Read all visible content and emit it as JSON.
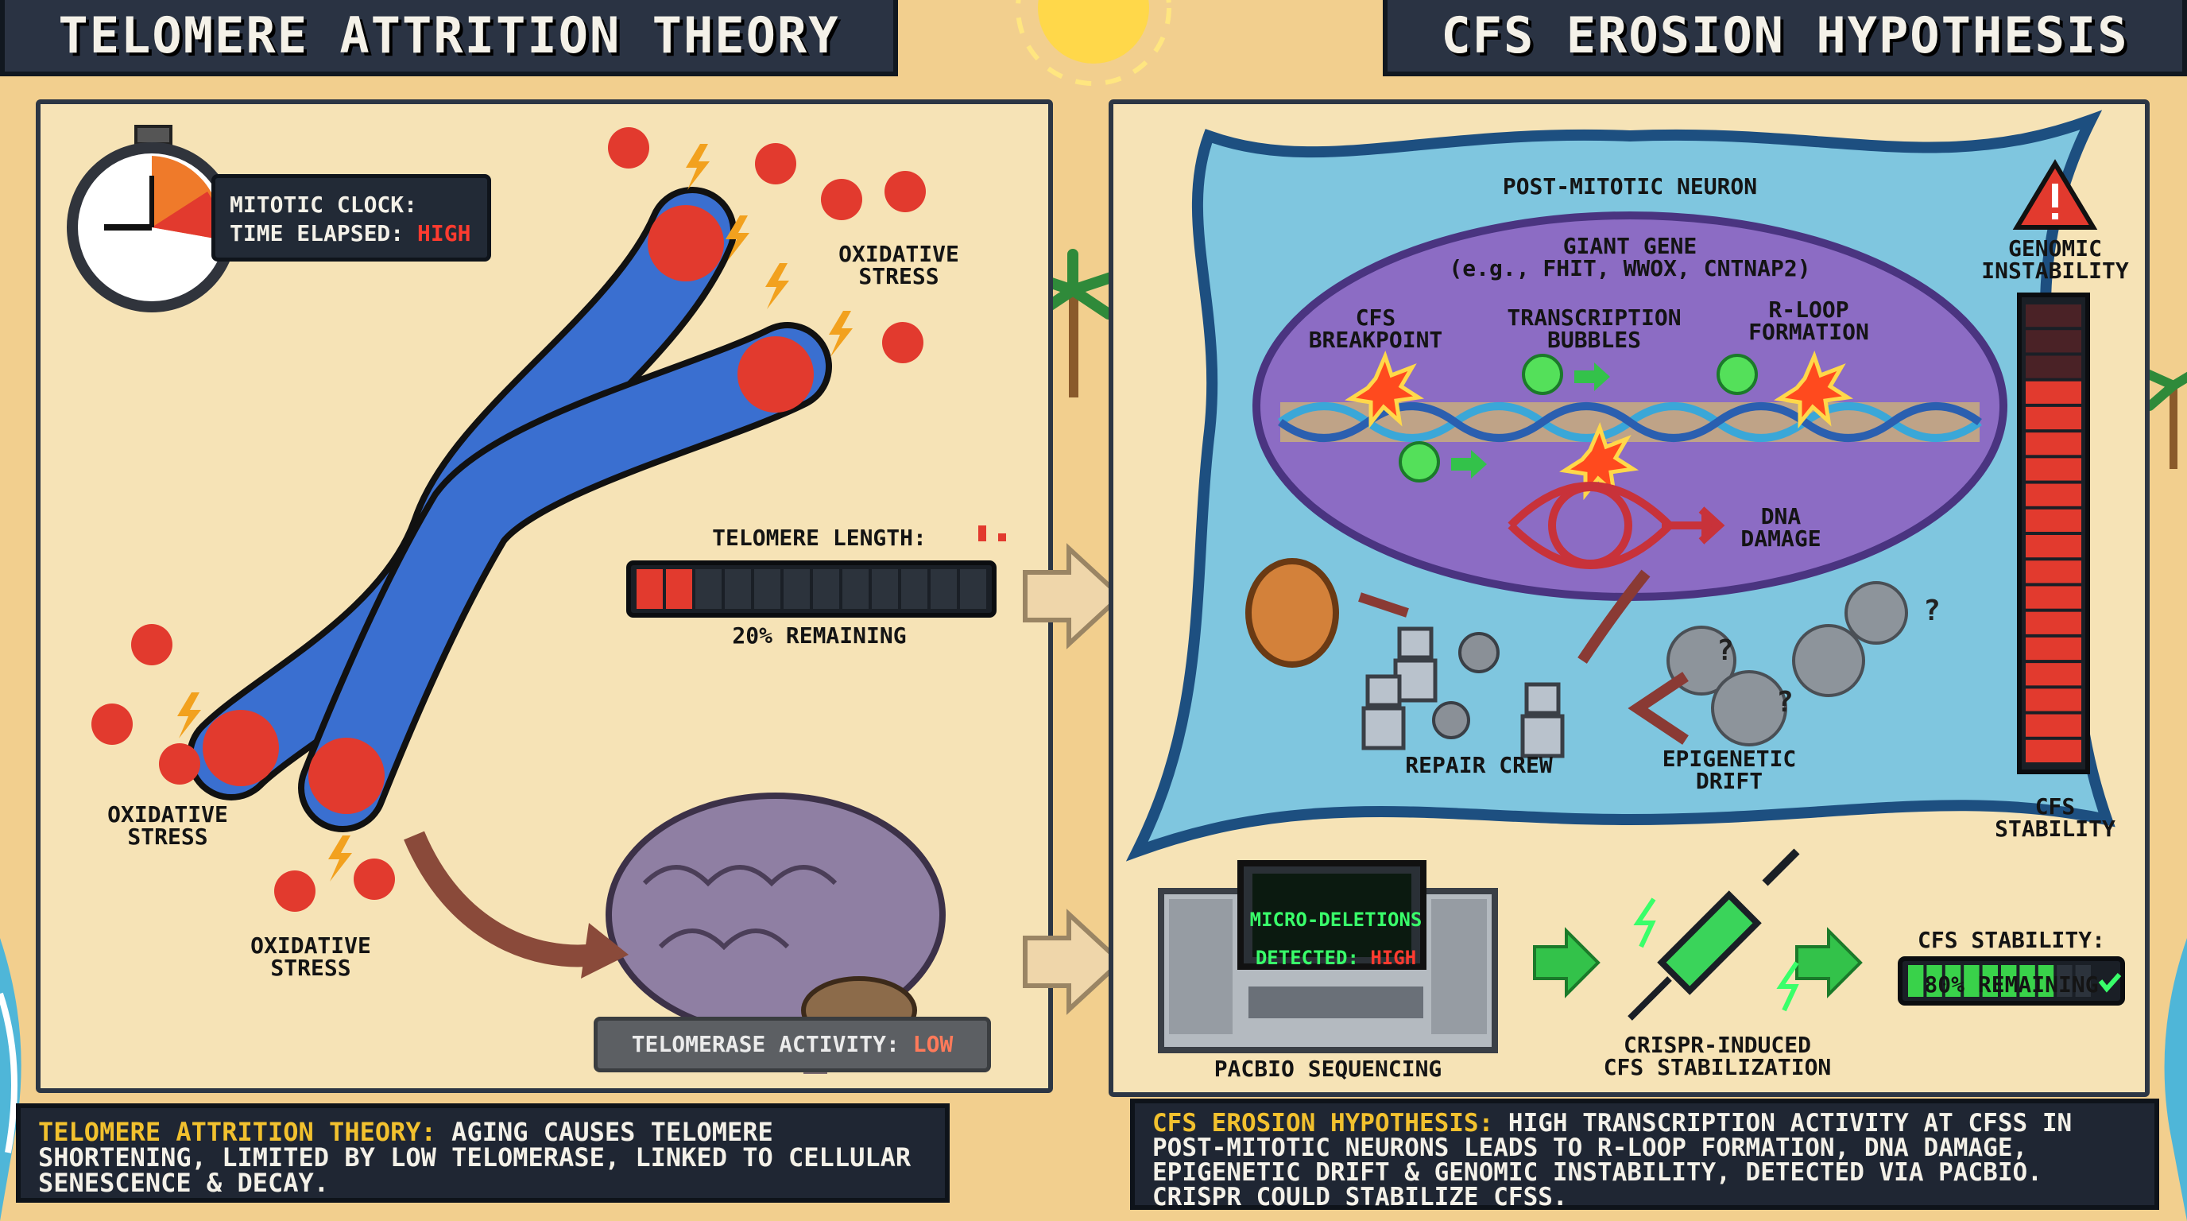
{
  "left_title": "TELOMERE ATTRITION THEORY",
  "right_title": "CFS EROSION HYPOTHESIS",
  "left": {
    "clock_line1": "MITOTIC CLOCK:",
    "clock_line2_prefix": "TIME ELAPSED: ",
    "clock_line2_value": "HIGH",
    "stress_label": "OXIDATIVE\nSTRESS",
    "telomere_label": "TELOMERE LENGTH:",
    "telomere_remaining": "20% REMAINING",
    "telomere_fraction": 0.2,
    "telomerase_prefix": "TELOMERASE ACTIVITY: ",
    "telomerase_value": "LOW"
  },
  "right": {
    "neuron_label": "POST-MITOTIC NEURON",
    "giant_gene_label": "GIANT GENE\n(e.g., FHIT, WWOX, CNTNAP2)",
    "cfs_breakpoint_label": "CFS\nBREAKPOINT",
    "transcription_label": "TRANSCRIPTION\nBUBBLES",
    "rloop_label": "R-LOOP\nFORMATION",
    "dna_damage_label": "DNA\nDAMAGE",
    "repair_crew_label": "REPAIR CREW",
    "epigenetic_label": "EPIGENETIC\nDRIFT",
    "genomic_label": "GENOMIC\nINSTABILITY",
    "cfs_stability_label": "CFS\nSTABILITY",
    "monitor_line1": "MICRO-DELETIONS",
    "monitor_line2_prefix": "DETECTED: ",
    "monitor_line2_value": "HIGH",
    "pacbio_label": "PACBIO SEQUENCING",
    "crispr_label": "CRISPR-INDUCED\nCFS STABILIZATION",
    "stability_line1": "CFS STABILITY:",
    "stability_line2": "80% REMAINING",
    "stability_fraction": 0.8,
    "question_mark": "?"
  },
  "captions": {
    "left_key": "TELOMERE ATTRITION THEORY:",
    "left_text": " AGING CAUSES TELOMERE SHORTENING, LIMITED BY LOW TELOMERASE, LINKED TO CELLULAR SENESCENCE & DECAY.",
    "right_key": "CFS EROSION HYPOTHESIS:",
    "right_text": " HIGH TRANSCRIPTION ACTIVITY AT CFSs IN POST-MITOTIC NEURONS LEADS TO R-LOOP FORMATION, DNA DAMAGE, EPIGENETIC DRIFT & GENOMIC INSTABILITY, DETECTED VIA PACBIO. CRISPR COULD STABILIZE CFSs."
  },
  "colors": {
    "telomere_red": "#e23a2e",
    "chromosome_blue": "#3a6fd0",
    "neuron_blue": "#7fc6df",
    "nucleus_purple": "#8c6cc4",
    "accent_yellow": "#f2c12e",
    "panel_dark": "#222a36"
  }
}
